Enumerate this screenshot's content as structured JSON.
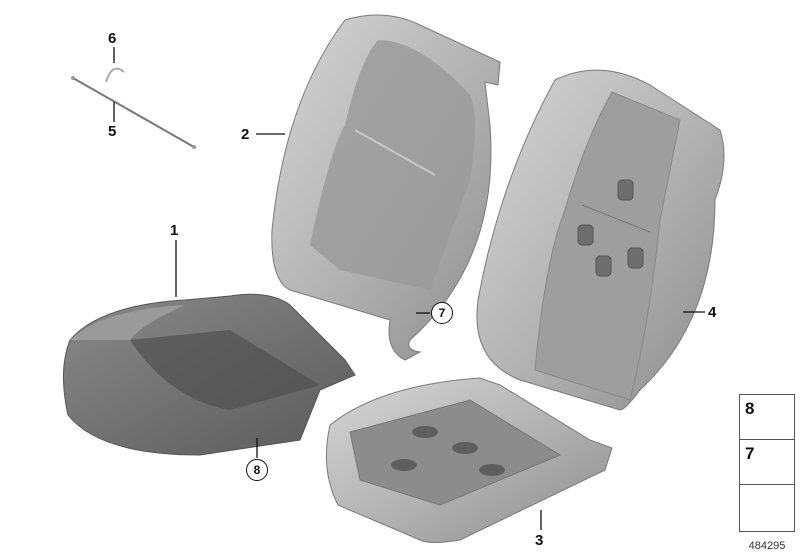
{
  "diagram": {
    "type": "exploded-parts-diagram",
    "subject": "front seat cushion and backrest upholstery",
    "reference_number": "484295",
    "colors": {
      "background": "#ffffff",
      "part_light": "#b9b9b9",
      "part_mid": "#8f8f8f",
      "part_dark": "#646464",
      "leader_line": "#111111"
    }
  },
  "callouts": [
    {
      "id": "1",
      "label": "1",
      "part": "seat-cushion-cover"
    },
    {
      "id": "2",
      "label": "2",
      "part": "backrest-cover"
    },
    {
      "id": "3",
      "label": "3",
      "part": "seat-cushion-foam-pad"
    },
    {
      "id": "4",
      "label": "4",
      "part": "backrest-foam-pad"
    },
    {
      "id": "5",
      "label": "5",
      "part": "wire-rod"
    },
    {
      "id": "6",
      "label": "6",
      "part": "hog-ring-clip"
    }
  ],
  "circled_callouts": [
    {
      "id": "7",
      "label": "7",
      "part": "expanding-rivet-on-backrest"
    },
    {
      "id": "8",
      "label": "8",
      "part": "expanding-rivet-on-cushion"
    }
  ],
  "legend": {
    "items": [
      {
        "label": "8",
        "icon": "push-rivet-small"
      },
      {
        "label": "7",
        "icon": "push-rivet-large"
      },
      {
        "label": "",
        "icon": "direction-arrow"
      }
    ]
  }
}
